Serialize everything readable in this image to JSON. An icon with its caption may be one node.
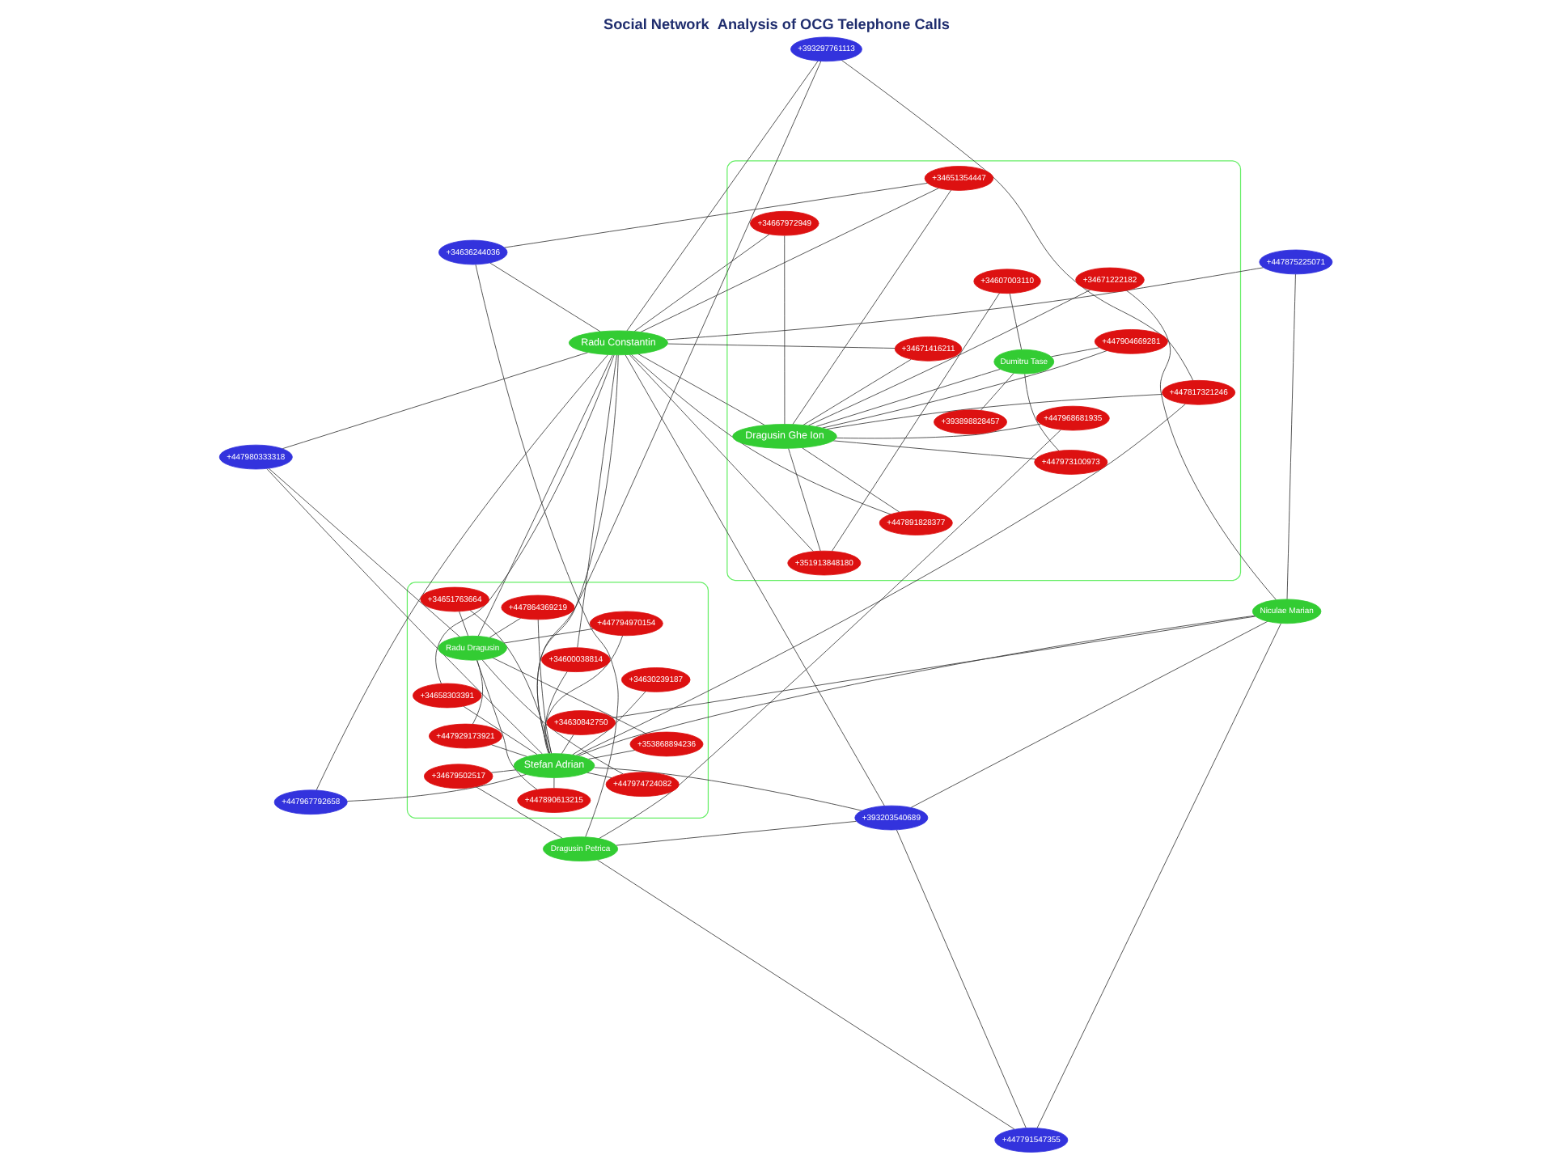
{
  "diagram": {
    "title": "Social Network  Analysis of OCG Telephone Calls",
    "nodes": [
      {
        "text": [],
        "shape": "ellipse"
      },
      {
        "text": [],
        "shape": "ellipse"
      },
      {
        "text": [
          "+447794970154"
        ],
        "in": 0
      },
      {
        "text": [
          "Radu Dragusin"
        ],
        "in": 0
      },
      {
        "text": [
          "+447974724082"
        ],
        "in": 0
      },
      {
        "text": [
          "+447864369219"
        ],
        "in": 0
      },
      {
        "text": [
          "+447929173921"
        ],
        "in": 0
      },
      {
        "text": [
          "+34658303391"
        ],
        "in": 0
      },
      {
        "text": [
          "+34651763664"
        ],
        "in": 0
      },
      {
        "text": [
          "+447890613215"
        ],
        "in": 0
      },
      {
        "text": [
          "Stefan Adrian"
        ],
        "in": 0
      },
      {
        "text": [
          "+34630239187"
        ],
        "in": 0
      },
      {
        "text": [
          "+34630842750"
        ],
        "in": 0
      },
      {
        "text": [
          "+34600038814"
        ],
        "in": 0
      },
      {
        "text": [
          "+353868894236"
        ],
        "in": 0
      },
      {
        "text": [
          "+34679502517"
        ],
        "in": 0
      },
      {
        "text": [
          "+447967792658"
        ]
      },
      {
        "text": [
          "+447980333318"
        ]
      },
      {
        "text": [
          "+447875225071"
        ]
      },
      {
        "text": [
          "+393297761113"
        ]
      },
      {
        "text": [
          "Radu Constantin"
        ]
      },
      {
        "text": [
          "+393203540689"
        ]
      },
      {
        "text": [
          "+34636244036"
        ]
      },
      {
        "text": [
          "+447791547355"
        ]
      },
      {
        "text": [
          "Niculae Marian"
        ]
      },
      {
        "text": [
          "Dragusin Petrica"
        ]
      },
      {
        "text": [
          "+34667972949"
        ],
        "in": 1
      },
      {
        "text": [
          "+34671416211"
        ],
        "in": 1
      },
      {
        "text": [
          "+393898828457"
        ],
        "in": 1
      },
      {
        "text": [
          "+447817321246"
        ],
        "in": 1
      },
      {
        "text": [
          "+351913848180"
        ],
        "in": 1
      },
      {
        "text": [
          "Dragusin Ghe Ion"
        ],
        "in": 1
      },
      {
        "text": [
          "+34607003110"
        ],
        "in": 1
      },
      {
        "text": [
          "Dumitru Tase"
        ],
        "in": 1
      },
      {
        "text": [
          "+447973100973"
        ],
        "in": 1
      },
      {
        "text": [
          "+34651354447"
        ],
        "in": 1
      },
      {
        "text": [
          "+34671222182"
        ],
        "in": 1
      },
      {
        "text": [
          "+447891828377"
        ],
        "in": 1
      },
      {
        "text": [
          "+447904669281"
        ],
        "in": 1
      },
      {
        "text": [
          "+447968681935"
        ],
        "in": 1
      }
    ],
    "edges": [
      {
        "from": 2,
        "to": 3,
        "arrow": "none"
      },
      {
        "from": 2,
        "to": 10,
        "arrow": "none"
      },
      {
        "from": 3,
        "to": 4,
        "arrow": "none"
      },
      {
        "from": 3,
        "to": 5,
        "arrow": "none"
      },
      {
        "from": 3,
        "to": 6,
        "arrow": "none"
      },
      {
        "from": 3,
        "to": 8,
        "arrow": "none"
      },
      {
        "from": 3,
        "to": 9,
        "arrow": "none"
      },
      {
        "from": 3,
        "to": 14,
        "arrow": "none"
      },
      {
        "from": 3,
        "to": 17,
        "arrow": "none"
      },
      {
        "from": 3,
        "to": 20,
        "arrow": "none"
      },
      {
        "from": 4,
        "to": 10,
        "arrow": "none"
      },
      {
        "from": 5,
        "to": 10,
        "arrow": "none"
      },
      {
        "from": 6,
        "to": 10,
        "arrow": "none"
      },
      {
        "from": 7,
        "to": 10,
        "arrow": "none"
      },
      {
        "from": 7,
        "to": 20,
        "arrow": "none"
      },
      {
        "from": 8,
        "to": 10,
        "arrow": "none"
      },
      {
        "from": 9,
        "to": 10,
        "arrow": "none"
      },
      {
        "from": 10,
        "to": 11,
        "arrow": "none"
      },
      {
        "from": 10,
        "to": 12,
        "arrow": "none"
      },
      {
        "from": 10,
        "to": 13,
        "arrow": "none"
      },
      {
        "from": 10,
        "to": 14,
        "arrow": "none"
      },
      {
        "from": 10,
        "to": 15,
        "arrow": "none"
      },
      {
        "from": 10,
        "to": 16,
        "arrow": "none"
      },
      {
        "from": 10,
        "to": 17,
        "arrow": "none"
      },
      {
        "from": 10,
        "to": 19,
        "arrow": "none"
      },
      {
        "from": 10,
        "to": 20,
        "arrow": "none"
      },
      {
        "from": 10,
        "to": 21,
        "arrow": "none"
      },
      {
        "from": 10,
        "to": 24,
        "arrow": "none"
      },
      {
        "from": 10,
        "to": 29,
        "arrow": "none"
      },
      {
        "from": 12,
        "to": 24,
        "arrow": "none"
      },
      {
        "from": 13,
        "to": 20,
        "arrow": "none"
      },
      {
        "from": 15,
        "to": 25,
        "arrow": "none"
      },
      {
        "from": 16,
        "to": 20,
        "arrow": "none"
      },
      {
        "from": 17,
        "to": 20,
        "arrow": "none"
      },
      {
        "from": 18,
        "to": 20,
        "arrow": "none"
      },
      {
        "from": 18,
        "to": 24,
        "arrow": "none"
      },
      {
        "from": 19,
        "to": 20,
        "arrow": "none"
      },
      {
        "from": 19,
        "to": 29,
        "arrow": "none"
      },
      {
        "from": 20,
        "to": 21,
        "arrow": "none"
      },
      {
        "from": 20,
        "to": 22,
        "arrow": "none"
      },
      {
        "from": 20,
        "to": 26,
        "arrow": "none"
      },
      {
        "from": 20,
        "to": 27,
        "arrow": "none"
      },
      {
        "from": 20,
        "to": 30,
        "arrow": "none"
      },
      {
        "from": 20,
        "to": 31,
        "arrow": "none"
      },
      {
        "from": 20,
        "to": 35,
        "arrow": "none"
      },
      {
        "from": 20,
        "to": 37,
        "arrow": "none"
      },
      {
        "from": 21,
        "to": 23,
        "arrow": "none"
      },
      {
        "from": 21,
        "to": 24,
        "arrow": "none"
      },
      {
        "from": 21,
        "to": 25,
        "arrow": "none"
      },
      {
        "from": 22,
        "to": 25,
        "arrow": "none"
      },
      {
        "from": 22,
        "to": 35,
        "arrow": "none"
      },
      {
        "from": 23,
        "to": 24,
        "arrow": "none"
      },
      {
        "from": 23,
        "to": 25,
        "arrow": "none"
      },
      {
        "from": 24,
        "to": 36,
        "arrow": "none"
      },
      {
        "from": 25,
        "to": 39,
        "arrow": "none"
      },
      {
        "from": 26,
        "to": 31,
        "arrow": "none"
      },
      {
        "from": 27,
        "to": 31,
        "arrow": "none"
      },
      {
        "from": 28,
        "to": 33,
        "arrow": "none"
      },
      {
        "from": 29,
        "to": 31,
        "arrow": "none"
      },
      {
        "from": 30,
        "to": 31,
        "arrow": "none"
      },
      {
        "from": 30,
        "to": 32,
        "arrow": "none"
      },
      {
        "from": 31,
        "to": 33,
        "arrow": "none"
      },
      {
        "from": 31,
        "to": 34,
        "arrow": "none"
      },
      {
        "from": 31,
        "to": 35,
        "arrow": "none"
      },
      {
        "from": 31,
        "to": 36,
        "arrow": "none"
      },
      {
        "from": 31,
        "to": 37,
        "arrow": "none"
      },
      {
        "from": 31,
        "to": 38,
        "arrow": "none"
      },
      {
        "from": 31,
        "to": 39,
        "arrow": "none"
      },
      {
        "from": 32,
        "to": 33,
        "arrow": "none"
      },
      {
        "from": 33,
        "to": 34,
        "arrow": "none"
      },
      {
        "from": 33,
        "to": 38,
        "arrow": "none"
      }
    ]
  }
}
